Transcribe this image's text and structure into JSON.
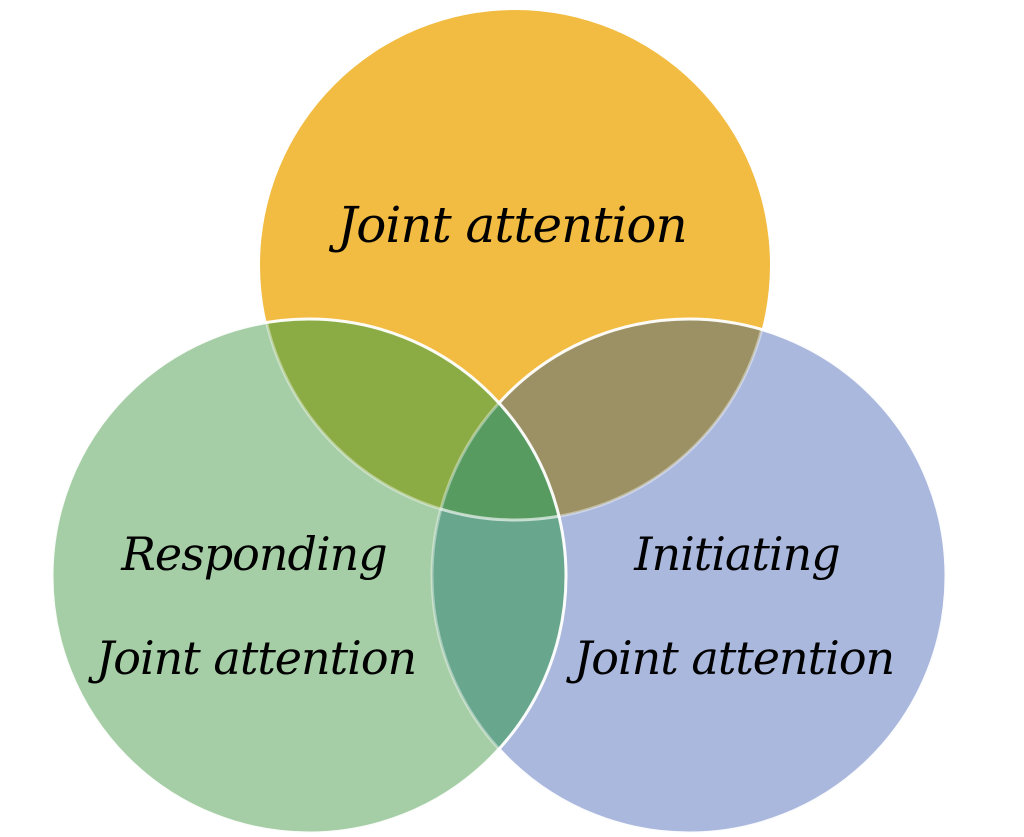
{
  "venn": {
    "type": "venn-diagram-3-circles",
    "background": "#ffffff",
    "outline_color": "#ffffff",
    "text_color": "#000000",
    "top": {
      "label": "Joint attention",
      "fill": "#F2BC42"
    },
    "left": {
      "line1": "Responding",
      "line2": "Joint attention",
      "fill": "#A6CEA6"
    },
    "right": {
      "line1": "Initiating",
      "line2": "Joint attention",
      "fill": "#AAB8DD"
    },
    "overlap": {
      "top_left": "#8BAC45",
      "top_right": "#9B9164",
      "left_right": "#68A78D",
      "center": "#579B61"
    }
  }
}
